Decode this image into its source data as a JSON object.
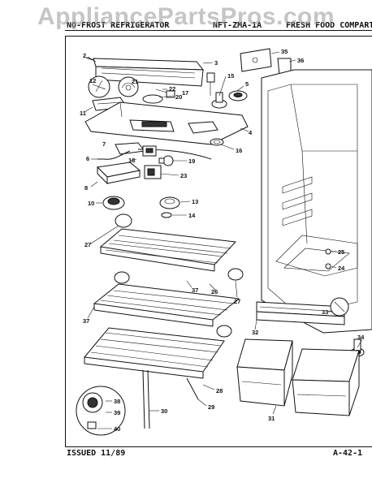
{
  "watermark": "AppliancePartsPros.com",
  "header": {
    "left": "NO-FROST REFRIGERATOR",
    "middle": "NFT-ZMA-1A",
    "right": "FRESH FOOD COMPARTME"
  },
  "footer": {
    "issued": "ISSUED 11/89",
    "page": "A-42-1"
  },
  "callouts": [
    "2",
    "3",
    "35",
    "36",
    "12",
    "21",
    "22",
    "20",
    "17",
    "15",
    "5",
    "11",
    "4",
    "7",
    "16",
    "6",
    "18",
    "19",
    "8",
    "23",
    "10",
    "13",
    "14",
    "27",
    "37",
    "26",
    "25",
    "24",
    "27",
    "33",
    "37",
    "32",
    "34",
    "28",
    "29",
    "38",
    "39",
    "30",
    "40",
    "31"
  ],
  "colors": {
    "ink": "#111111",
    "paper": "#ffffff",
    "watermark": "#969696"
  }
}
